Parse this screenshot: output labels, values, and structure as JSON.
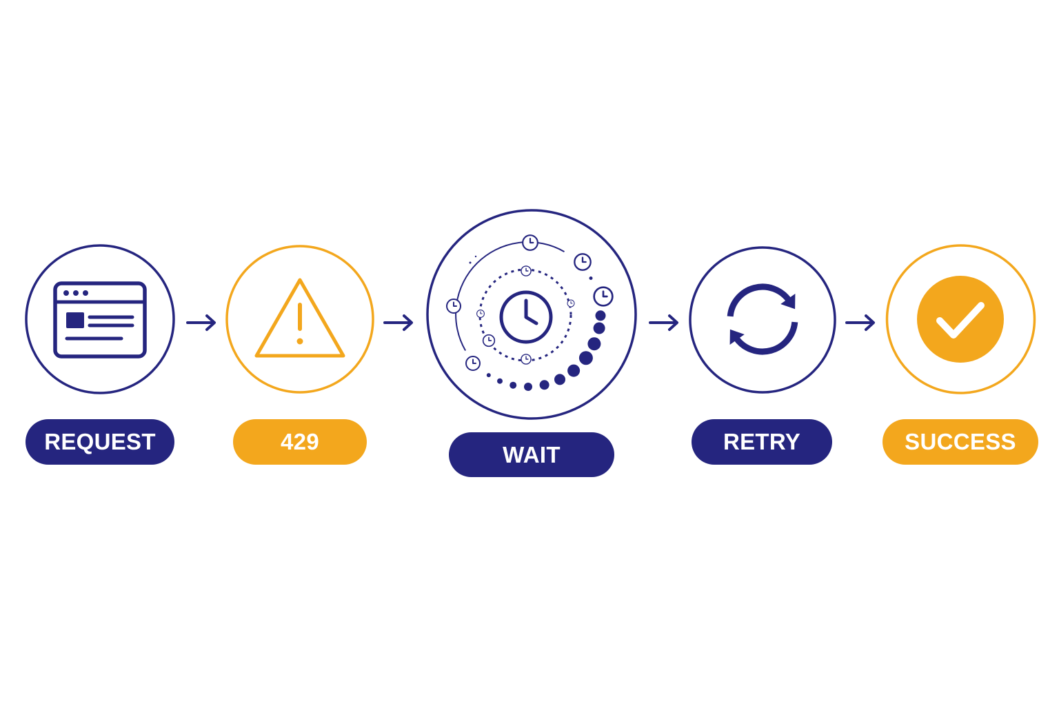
{
  "colors": {
    "primary": "#25257f",
    "accent": "#f3a71d",
    "background": "#ffffff"
  },
  "steps": [
    {
      "label": "REQUEST",
      "icon": "browser-window-icon",
      "color": "#25257f"
    },
    {
      "label": "429",
      "icon": "warning-triangle-icon",
      "color": "#f3a71d"
    },
    {
      "label": "WAIT",
      "icon": "clock-orbit-icon",
      "color": "#25257f"
    },
    {
      "label": "RETRY",
      "icon": "refresh-icon",
      "color": "#25257f"
    },
    {
      "label": "SUCCESS",
      "icon": "check-circle-icon",
      "color": "#f3a71d"
    }
  ],
  "connector_icon": "arrow-right-icon"
}
